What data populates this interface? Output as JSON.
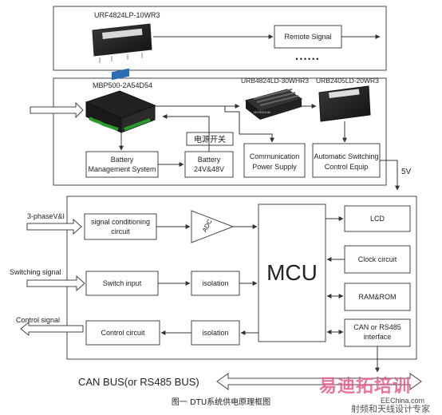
{
  "devices": {
    "top_module": "URF4824LP-10WR3",
    "mbp": "MBP500-2A54D54",
    "urb_comm": "URB4824LD-30WHR3",
    "urb_switch": "URB2405LD-20WR3"
  },
  "blocks": {
    "remote_signal": "Remote Signal",
    "dots": "••••••",
    "power_switch": "电源开关",
    "bms_line1": "Battery",
    "bms_line2": "Management System",
    "battery_line1": "Battery",
    "battery_line2": "24V&48V",
    "comm_line1": "Communication",
    "comm_line2": "Power Supply",
    "auto_line1": "Automatic Switching",
    "auto_line2": "Control  Equip",
    "five_v": "5V",
    "sig_cond_line1": "signal conditioning",
    "sig_cond_line2": "circuit",
    "adc": "ADC",
    "mcu": "MCU",
    "lcd": "LCD",
    "clock": "Clock circuit",
    "ram": "RAM&ROM",
    "can_line1": "CAN or RS485",
    "can_line2": "interface",
    "switch_input": "Switch input",
    "isolation_1": "isolation",
    "control_circuit": "Control circuit",
    "isolation_2": "isolation"
  },
  "inputs": {
    "three_phase": "3-phaseV&I",
    "switching_signal": "Switching signal",
    "control_signal": "Control signal"
  },
  "bus": "CAN BUS(or RS485 BUS)",
  "caption": "图一  DTU系统供电原理框图",
  "watermark": {
    "main": "易迪拓培训",
    "sub": "射频和天线设计专家",
    "site": "EEChina.com"
  }
}
